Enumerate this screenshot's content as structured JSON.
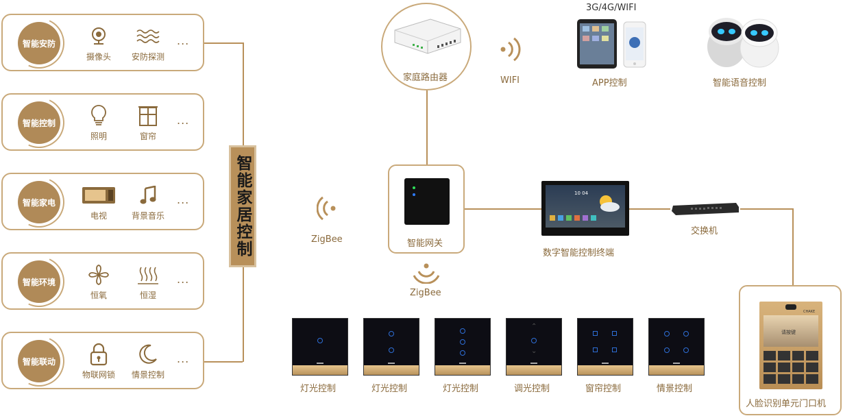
{
  "diagram_title": "智能家居控制",
  "categories": [
    {
      "name": "智能安防",
      "items": [
        {
          "label": "摄像头",
          "icon": "camera-icon"
        },
        {
          "label": "安防探测",
          "icon": "waves-icon"
        }
      ],
      "more": "..."
    },
    {
      "name": "智能控制",
      "items": [
        {
          "label": "照明",
          "icon": "bulb-icon"
        },
        {
          "label": "窗帘",
          "icon": "window-icon"
        }
      ],
      "more": "..."
    },
    {
      "name": "智能家电",
      "items": [
        {
          "label": "电视",
          "icon": "microwave-icon"
        },
        {
          "label": "背景音乐",
          "icon": "music-note-icon"
        }
      ],
      "more": "..."
    },
    {
      "name": "智能环境",
      "items": [
        {
          "label": "恒氧",
          "icon": "fan-icon"
        },
        {
          "label": "恒湿",
          "icon": "steam-icon"
        }
      ],
      "more": "..."
    },
    {
      "name": "智能联动",
      "items": [
        {
          "label": "物联网锁",
          "icon": "lock-icon"
        },
        {
          "label": "情景控制",
          "icon": "moon-icon"
        }
      ],
      "more": "..."
    }
  ],
  "network": {
    "router_label": "家庭路由器",
    "wifi_label": "WIFI",
    "app_top_label": "3G/4G/WIFI",
    "app_label": "APP控制",
    "voice_label": "智能语音控制",
    "gateway_label": "智能网关",
    "zigbee_left_label": "ZigBee",
    "zigbee_bottom_label": "ZigBee",
    "terminal_label": "数字智能控制终端",
    "terminal_time": "10 04",
    "switch_label": "交换机",
    "door_label": "人脸识别单元门口机",
    "door_screen_text": "请按键",
    "door_brand": "CHAKE"
  },
  "panels": [
    {
      "label": "灯光控制",
      "layout": "one"
    },
    {
      "label": "灯光控制",
      "layout": "two"
    },
    {
      "label": "灯光控制",
      "layout": "three"
    },
    {
      "label": "调光控制",
      "layout": "dimmer"
    },
    {
      "label": "窗帘控制",
      "layout": "curtain"
    },
    {
      "label": "情景控制",
      "layout": "scene"
    }
  ],
  "colors": {
    "gold": "#b8905a",
    "gold_light": "#c9a97a",
    "text": "#8a6a3c",
    "button_blue": "#2e6fd8"
  }
}
